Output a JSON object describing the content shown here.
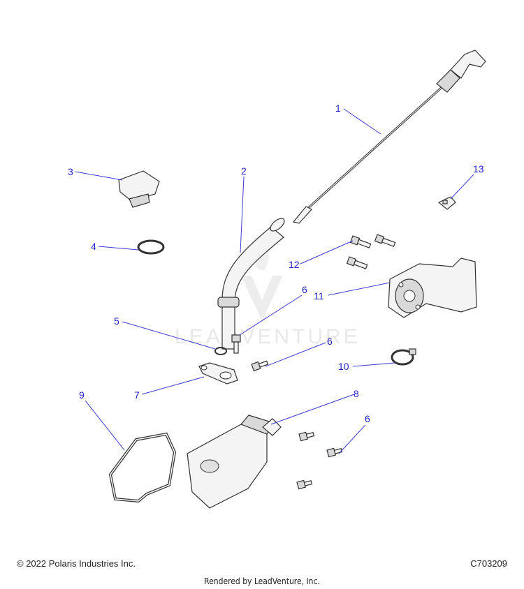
{
  "diagram": {
    "callouts": [
      "1",
      "2",
      "3",
      "4",
      "5",
      "6",
      "6",
      "7",
      "8",
      "9",
      "10",
      "11",
      "12",
      "13",
      "6"
    ],
    "watermark": "LEADVENTURE"
  },
  "footer": {
    "copyright": "© 2022 Polaris Industries Inc.",
    "diagram_id": "C703209",
    "rendered_by": "Rendered by LeadVenture, Inc."
  }
}
